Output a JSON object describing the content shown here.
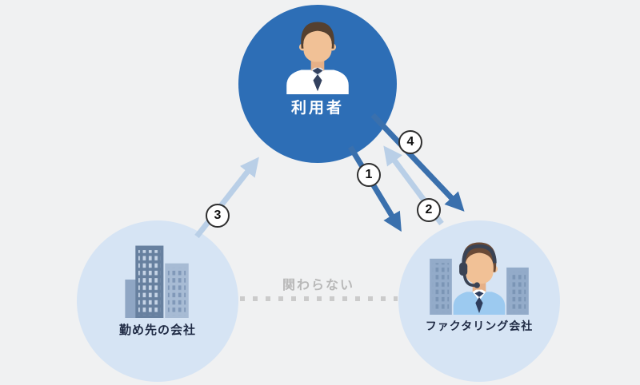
{
  "nodes": {
    "user": {
      "label": "利用者"
    },
    "employer": {
      "label": "勤め先の会社"
    },
    "factoring": {
      "label": "ファクタリング会社"
    }
  },
  "steps": [
    "1",
    "2",
    "3",
    "4"
  ],
  "relation": {
    "label": "関わらない"
  },
  "icons": {
    "user_node": "businessman-avatar",
    "employer_node": "office-buildings",
    "factoring_node": "support-agent-with-headset"
  },
  "colors": {
    "background": "#f0f1f2",
    "user_circle": "#2d6eb6",
    "light_circle": "#d6e4f4",
    "dark_arrow": "#3a70ad",
    "light_arrow": "#b9cfe7",
    "dotted_line": "#cbcbcb",
    "label_dark": "#1f2a44",
    "label_light": "#ffffff",
    "gray_text": "#b8b8b8"
  }
}
